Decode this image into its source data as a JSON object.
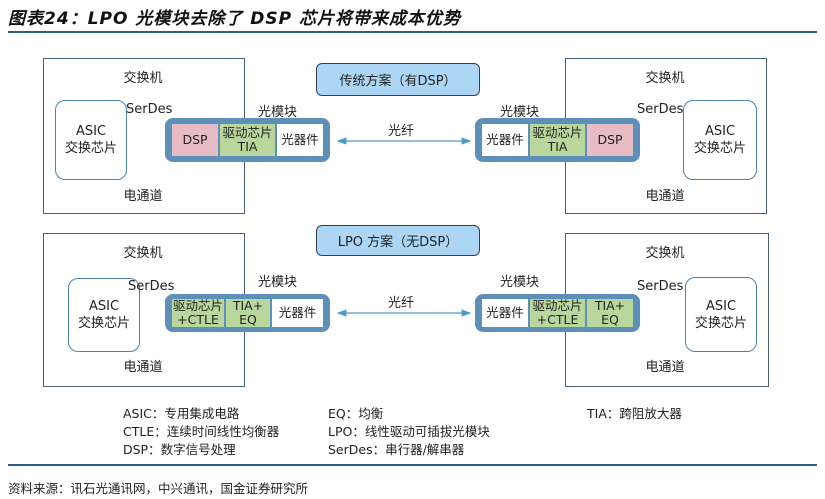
{
  "title": "图表24：LPO 光模块去除了 DSP 芯片将带来成本优势",
  "traditional": {
    "scheme_label": "传统方案（有DSP）",
    "switch_label": "交换机",
    "asic_line1": "ASIC",
    "asic_line2": "交换芯片",
    "serdes": "SerDes",
    "electrical_channel": "电通道",
    "module_label": "光模块",
    "dsp": "DSP",
    "driver_line1": "驱动芯片",
    "driver_line2": "TIA",
    "optical": "光器件",
    "fiber": "光纤"
  },
  "lpo": {
    "scheme_label": "LPO 方案（无DSP）",
    "switch_label": "交换机",
    "asic_line1": "ASIC",
    "asic_line2": "交换芯片",
    "serdes": "SerDes",
    "electrical_channel": "电通道",
    "module_label": "光模块",
    "driver_line1": "驱动芯片",
    "driver_line2": "+CTLE",
    "tia_line1": "TIA+",
    "tia_line2": "EQ",
    "optical": "光器件",
    "fiber": "光纤"
  },
  "legend": [
    "ASIC：专用集成电路",
    "CTLE：连续时间线性均衡器",
    "DSP：数字信号处理",
    "EQ：均衡",
    "LPO：线性驱动可插拔光模块",
    "SerDes：串行器/解串器",
    "TIA：跨阻放大器"
  ],
  "source": "资料来源：讯石光通讯网，中兴通讯，国金证券研究所",
  "colors": {
    "dsp": "#e8bcc4",
    "driver": "#b9d69c",
    "module": "#5e8fb9",
    "scheme": "#acd6f4",
    "fiber": "#4a9cc8",
    "rule": "#2b5f86"
  }
}
